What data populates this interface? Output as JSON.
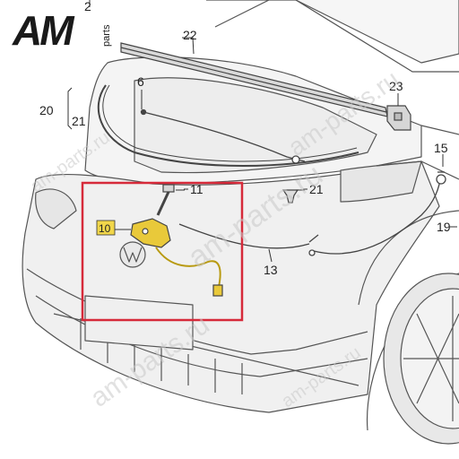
{
  "brand": {
    "logo_text": "AM",
    "logo_suffix": "parts",
    "logo_color": "#1a1a1a"
  },
  "watermarks": [
    "am-parts.ru",
    "am-parts.ru",
    "am-parts.ru",
    "am-parts.ru",
    "am-parts.ru"
  ],
  "callouts": {
    "c2": "2",
    "c6": "6",
    "c10": "10",
    "c11": "11",
    "c13": "13",
    "c15": "15",
    "c19": "19",
    "c20": "20",
    "c21a": "21",
    "c21b": "21",
    "c22": "22",
    "c23": "23"
  },
  "colors": {
    "line": "#555555",
    "body_fill": "#f2f2f2",
    "highlight_frame": "#d62a3a",
    "highlight_part": "#e9c93a",
    "callout_box": "#f1d64a"
  }
}
